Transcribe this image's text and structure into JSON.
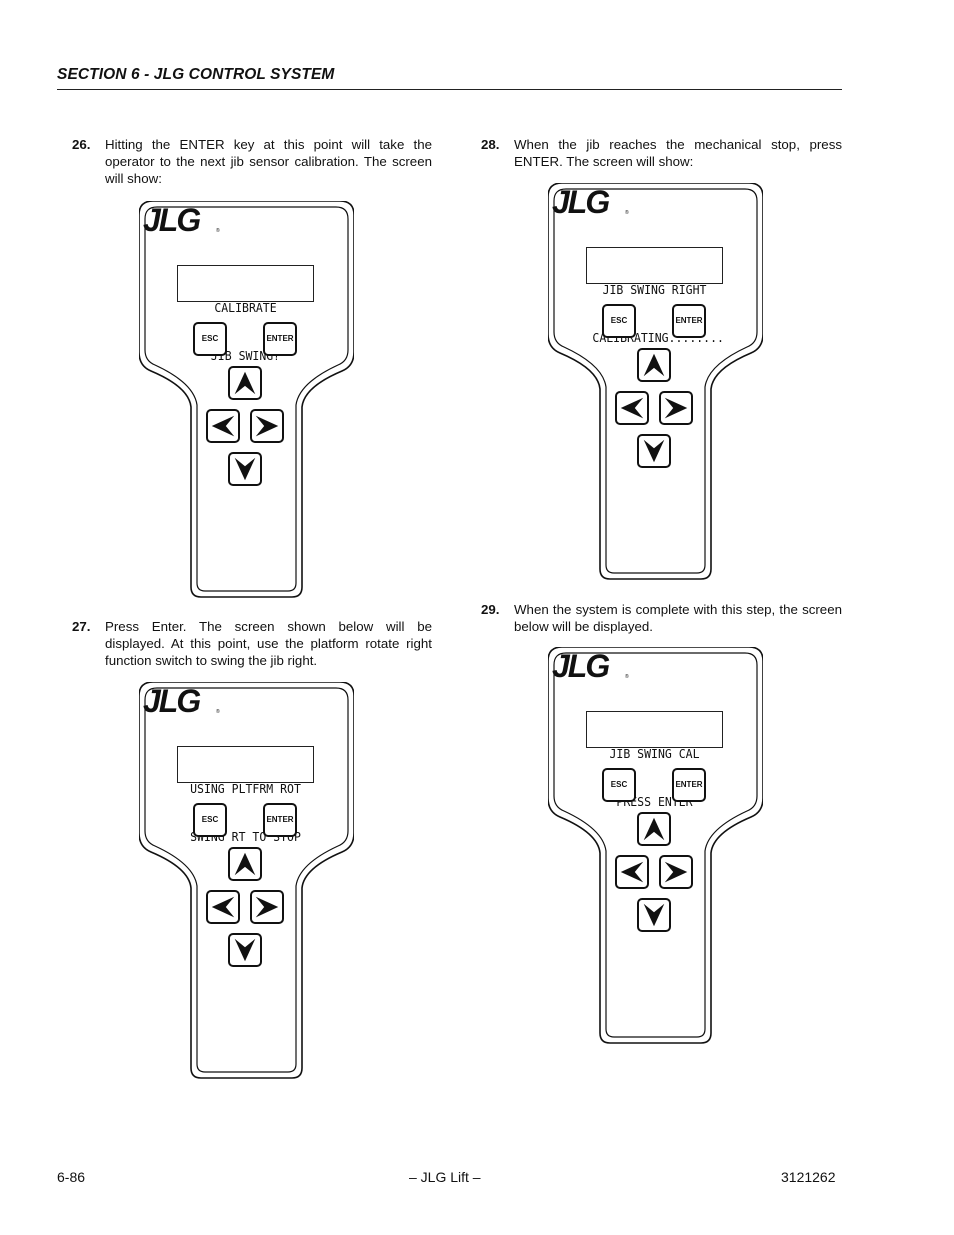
{
  "header": {
    "section_title": "SECTION 6 - JLG CONTROL SYSTEM"
  },
  "steps": [
    {
      "number": "26.",
      "text": "Hitting the ENTER key at this point will take the operator to the next jib sensor calibration. The screen will show:"
    },
    {
      "number": "27.",
      "text": "Press Enter. The screen shown below will be displayed. At this point, use the platform rotate right function switch to swing the jib right."
    },
    {
      "number": "28.",
      "text": "When the jib reaches the mechanical stop, press ENTER. The screen will show:"
    },
    {
      "number": "29.",
      "text": "When the system is complete with this step, the screen below will be displayed."
    }
  ],
  "pendants": [
    {
      "logo": "JLG",
      "lcd_line1": "CALIBRATE",
      "lcd_line2": "JIB SWING?",
      "esc_label": "ESC",
      "enter_label": "ENTER"
    },
    {
      "logo": "JLG",
      "lcd_line1": "USING PLTFRM ROT",
      "lcd_line2": "SWING RT TO STOP",
      "esc_label": "ESC",
      "enter_label": "ENTER"
    },
    {
      "logo": "JLG",
      "lcd_line1": "JIB SWING RIGHT",
      "lcd_line2": "CALIBRATING........",
      "esc_label": "ESC",
      "enter_label": "ENTER"
    },
    {
      "logo": "JLG",
      "lcd_line1": "JIB SWING CAL",
      "lcd_line2": "PRESS ENTER",
      "esc_label": "ESC",
      "enter_label": "ENTER"
    }
  ],
  "footer": {
    "page_number": "6-86",
    "center": "– JLG Lift –",
    "doc_number": "3121262"
  },
  "icons": {
    "arrow_up": "arrow-up-icon",
    "arrow_left": "arrow-left-icon",
    "arrow_right": "arrow-right-icon",
    "arrow_down": "arrow-down-icon"
  }
}
